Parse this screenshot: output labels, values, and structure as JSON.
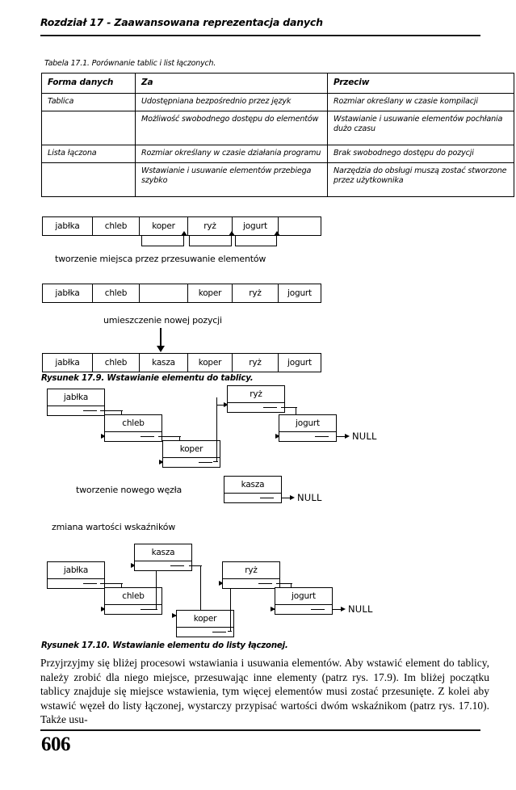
{
  "page": {
    "running_head": "Rozdział 17  -  Zaawansowana reprezentacja danych",
    "folio": "606"
  },
  "table": {
    "caption": "Tabela 17.1. Porównanie tablic i list łączonych.",
    "headers": [
      "Forma danych",
      "Za",
      "Przeciw"
    ],
    "rows": [
      {
        "form": "Tablica",
        "pro": "Udostępniana bezpośrednio przez język",
        "con": "Rozmiar określany w czasie kompilacji"
      },
      {
        "form": "",
        "pro": "Możliwość swobodnego dostępu do elementów",
        "con": "Wstawianie i usuwanie elementów pochłania dużo czasu"
      },
      {
        "form": "Lista łączona",
        "pro": "Rozmiar określany w czasie działania programu",
        "con": "Brak swobodnego dostępu do pozycji"
      },
      {
        "form": "",
        "pro": "Wstawianie i usuwanie elementów przebiega szybko",
        "con": "Narzędzia do obsługi muszą zostać stworzone przez użytkownika"
      }
    ]
  },
  "figure_array": {
    "caption": "Rysunek 17.9. Wstawianie elementu do tablicy.",
    "label_shift": "tworzenie miejsca przez przesuwanie elementów",
    "label_insert": "umieszczenie nowej pozycji",
    "array_before": [
      "jabłka",
      "chleb",
      "koper",
      "ryż",
      "jogurt",
      ""
    ],
    "array_gap": [
      "jabłka",
      "chleb",
      "",
      "koper",
      "ryż",
      "jogurt"
    ],
    "array_after": [
      "jabłka",
      "chleb",
      "kasza",
      "koper",
      "ryż",
      "jogurt"
    ]
  },
  "figure_list": {
    "caption": "Rysunek 17.10. Wstawianie elementu do listy łączonej.",
    "label_new_node": "tworzenie nowego węzła",
    "label_repoint": "zmiana wartości wskaźników",
    "null_label": "NULL",
    "list_before": [
      "jabłka",
      "chleb",
      "koper",
      "ryż",
      "jogurt"
    ],
    "new_node": "kasza",
    "list_after": [
      "jabłka",
      "chleb",
      "kasza",
      "koper",
      "ryż",
      "jogurt"
    ]
  },
  "body": {
    "paragraph": "Przyjrzyjmy się bliżej procesowi wstawiania i usuwania elementów. Aby wstawić element do tablicy, należy zrobić dla niego miejsce, przesuwając inne elementy (patrz rys. 17.9). Im bliżej początku tablicy znajduje się miejsce wstawienia, tym więcej elementów musi zostać przesunięte. Z kolei aby wstawić węzeł do listy łączonej, wystarczy przypisać wartości dwóm wskaźnikom (patrz rys. 17.10). Także usu-"
  }
}
